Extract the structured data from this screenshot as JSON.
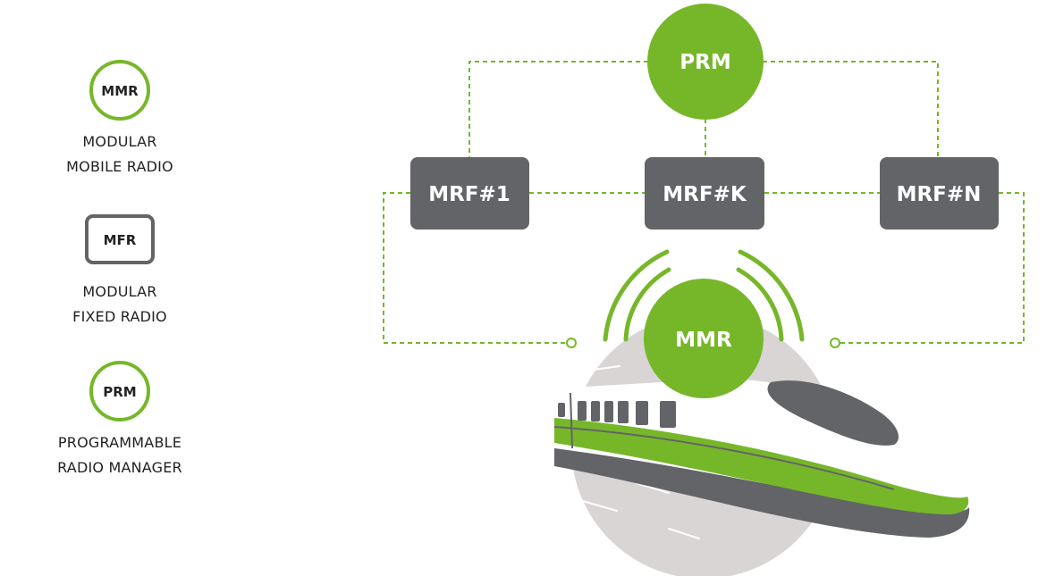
{
  "colors": {
    "green": "#76b72a",
    "dark_gray": "#636467",
    "light_gray": "#d8d5d4",
    "text_dark": "#222222"
  },
  "legend": [
    {
      "badge": "MMR",
      "shape": "circle",
      "caption_line1": "MODULAR",
      "caption_line2": "MOBILE RADIO"
    },
    {
      "badge": "MFR",
      "shape": "rounded-square",
      "caption_line1": "MODULAR",
      "caption_line2": "FIXED RADIO"
    },
    {
      "badge": "PRM",
      "shape": "circle",
      "caption_line1": "PROGRAMMABLE",
      "caption_line2": "RADIO MANAGER"
    }
  ],
  "nodes": {
    "prm": "PRM",
    "mrf1": "MRF#1",
    "mrfk": "MRF#K",
    "mrfn": "MRF#N",
    "mmr": "MMR"
  },
  "icons": {
    "train": "high-speed-train-icon",
    "signal": "wireless-signal-icon"
  }
}
